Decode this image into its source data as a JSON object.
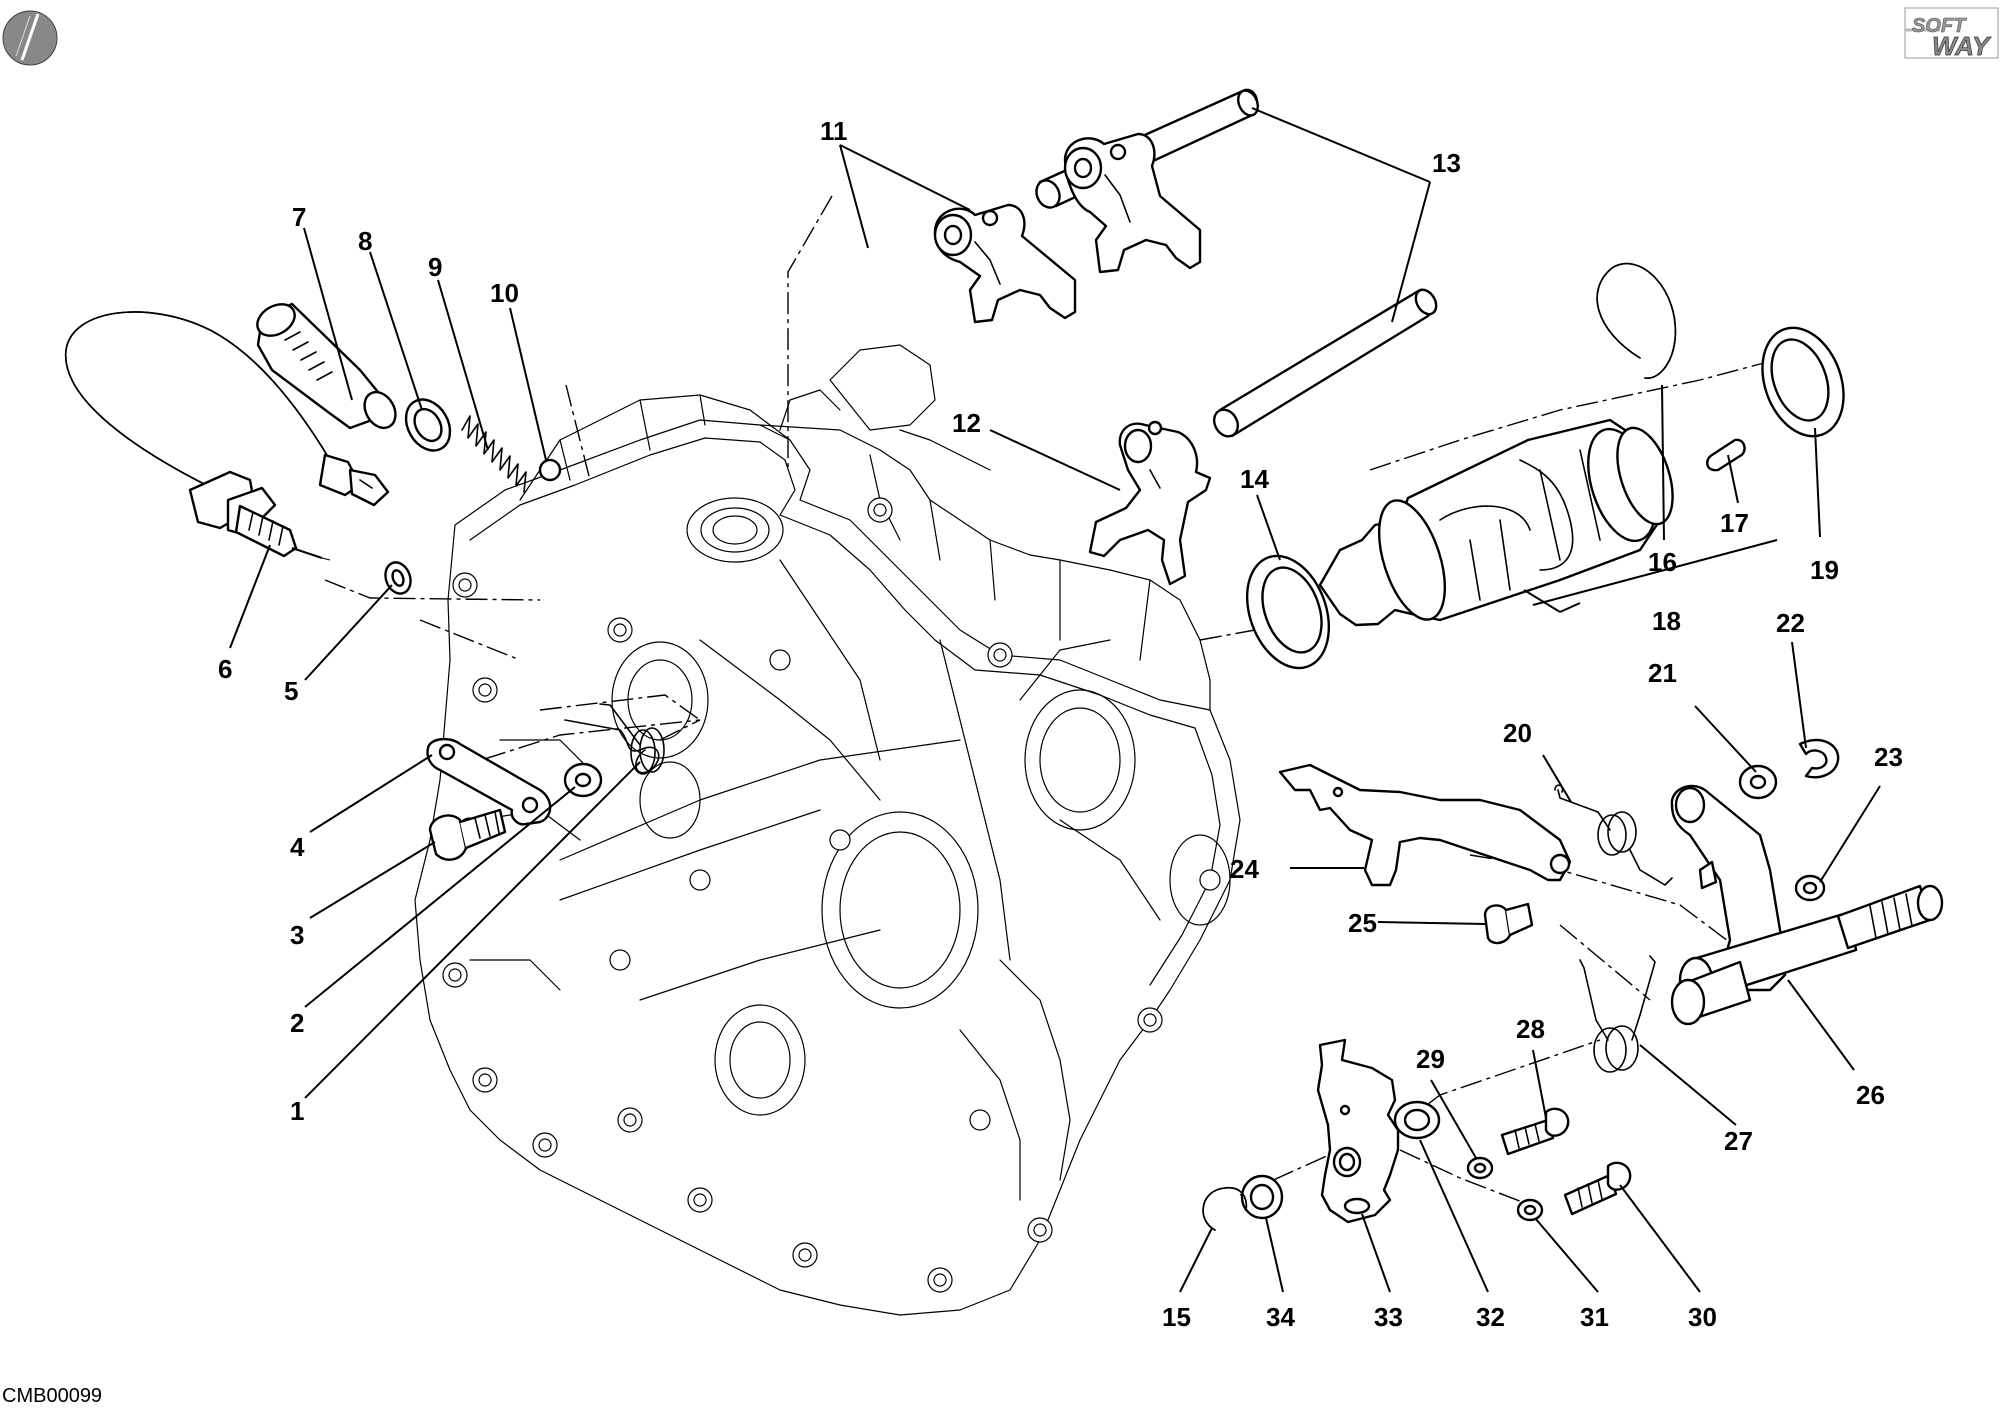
{
  "drawing_code": "CMB00099",
  "logo": {
    "line1": "SOFT",
    "line2": "WAY"
  },
  "callouts": [
    "1",
    "2",
    "3",
    "4",
    "5",
    "6",
    "7",
    "8",
    "9",
    "10",
    "11",
    "12",
    "13",
    "14",
    "15",
    "16",
    "17",
    "18",
    "19",
    "20",
    "21",
    "22",
    "23",
    "24",
    "25",
    "26",
    "27",
    "28",
    "29",
    "30",
    "31",
    "32",
    "33",
    "34"
  ]
}
